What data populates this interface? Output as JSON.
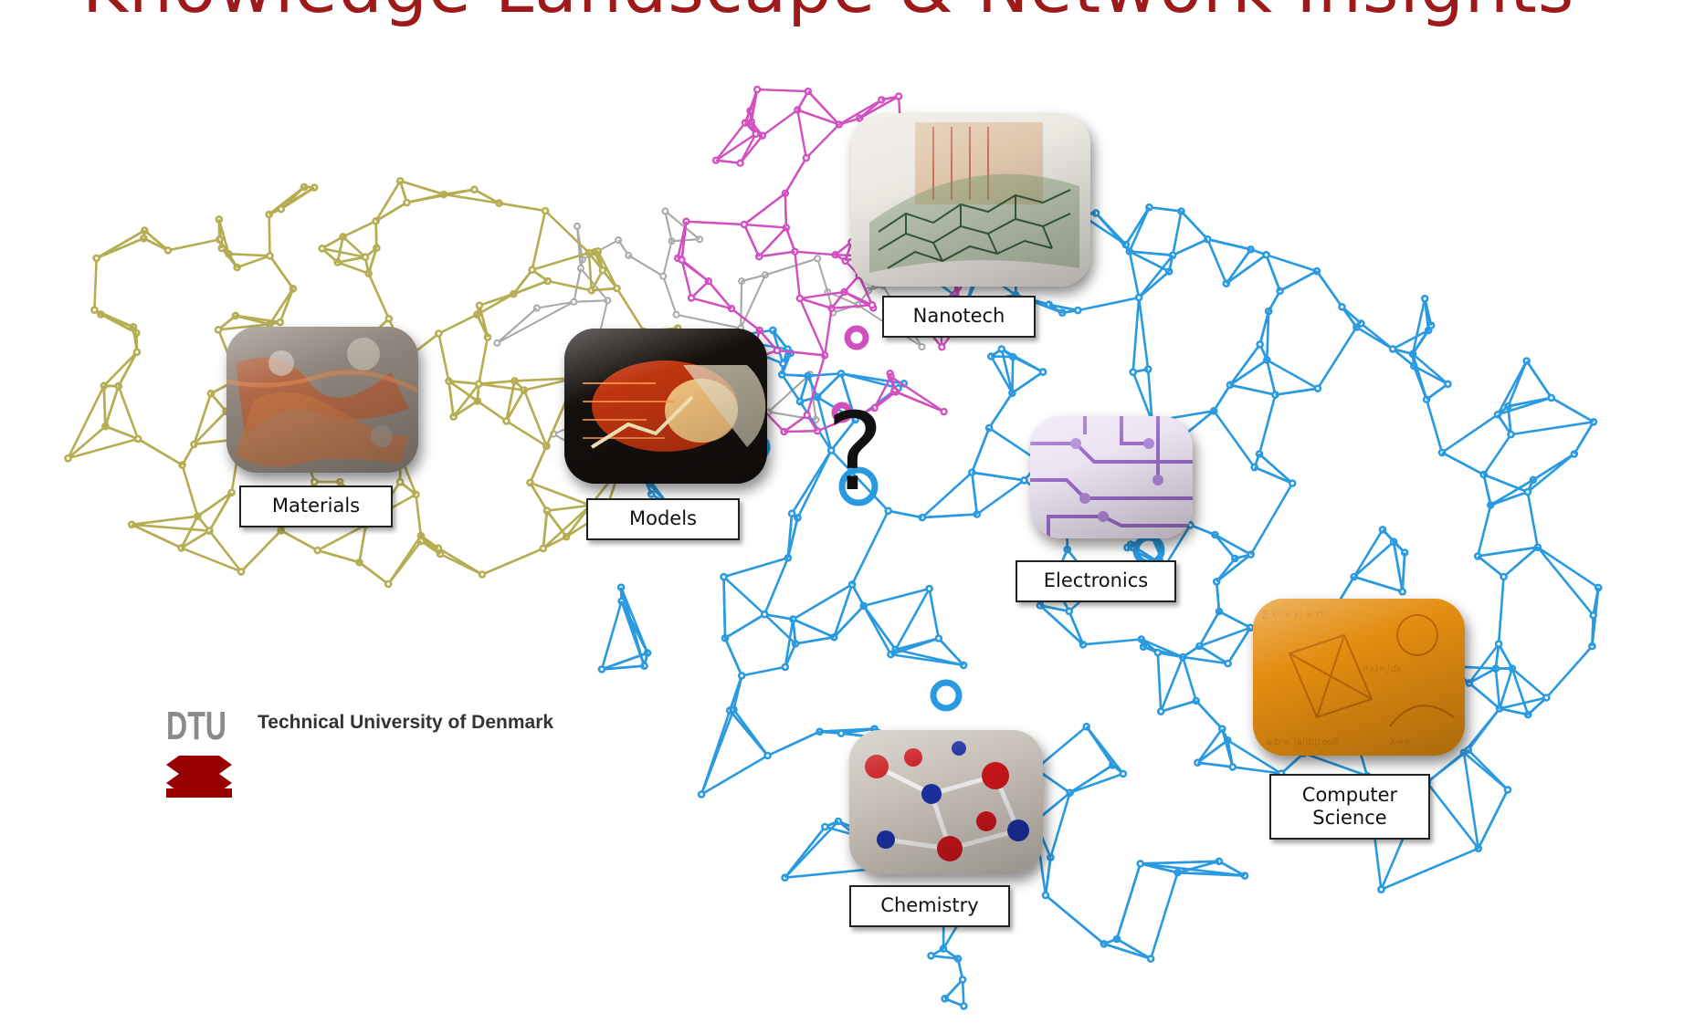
{
  "title": "Knowledge Landscape & Network Insights",
  "center_symbol": "?",
  "university": {
    "logo_text": "DTU",
    "name": "Technical University of Denmark",
    "brand_color": "#990000"
  },
  "clusters": [
    {
      "name": "materials-cluster",
      "color": "#b5ad52"
    },
    {
      "name": "nanotech-cluster",
      "color": "#d14fc0"
    },
    {
      "name": "main-cluster",
      "color": "#2a9ae0"
    },
    {
      "name": "bridge-links",
      "color": "#a8a8a8"
    }
  ],
  "topics": [
    {
      "id": "materials",
      "label": "Materials",
      "image": "rusted metal surface"
    },
    {
      "id": "models",
      "label": "Models",
      "image": "glowing orange abstract chart"
    },
    {
      "id": "nanotech",
      "label": "Nanotech",
      "image": "carbon nanotube lattice"
    },
    {
      "id": "electronics",
      "label": "Electronics",
      "image": "purple circuit board"
    },
    {
      "id": "computer-science",
      "label": "Computer\nScience",
      "image": "orange formulas texture"
    },
    {
      "id": "chemistry",
      "label": "Chemistry",
      "image": "molecular model"
    }
  ]
}
